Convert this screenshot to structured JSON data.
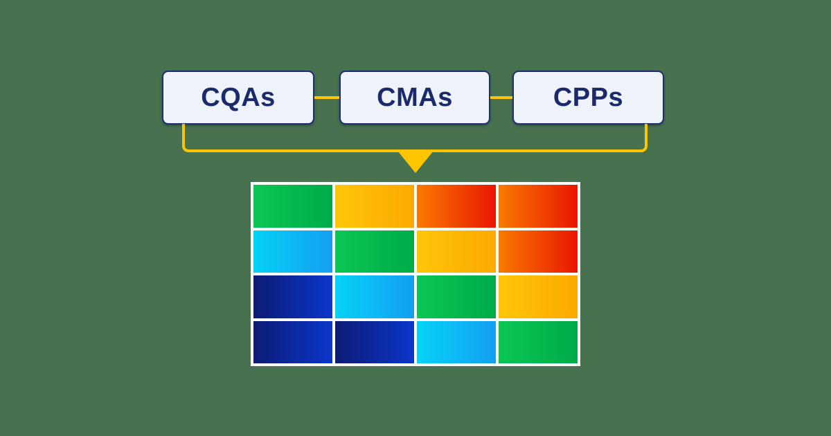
{
  "colors": {
    "background": "#47714f",
    "connector": "#fdc500",
    "node_bg": "#eef2f9",
    "node_border": "#1f2f6e",
    "node_text": "#1b2a6b",
    "grid_bg": "#ffffff"
  },
  "nodes": [
    {
      "label": "CQAs"
    },
    {
      "label": "CMAs"
    },
    {
      "label": "CPPs"
    }
  ],
  "heatmap": {
    "rows": 4,
    "cols": 4,
    "palette": {
      "green": [
        "#0bc655",
        "#00ab47"
      ],
      "gold": [
        "#ffc609",
        "#fba900"
      ],
      "orange": [
        "#f97a00",
        "#e91600"
      ],
      "cyan": [
        "#06d2f5",
        "#149ff2"
      ],
      "navy": [
        "#0d1b74",
        "#0a36cb"
      ]
    },
    "cells": [
      [
        "green",
        "gold",
        "orange",
        "orange"
      ],
      [
        "cyan",
        "green",
        "gold",
        "orange"
      ],
      [
        "navy",
        "cyan",
        "green",
        "gold"
      ],
      [
        "navy",
        "navy",
        "cyan",
        "green"
      ]
    ]
  }
}
